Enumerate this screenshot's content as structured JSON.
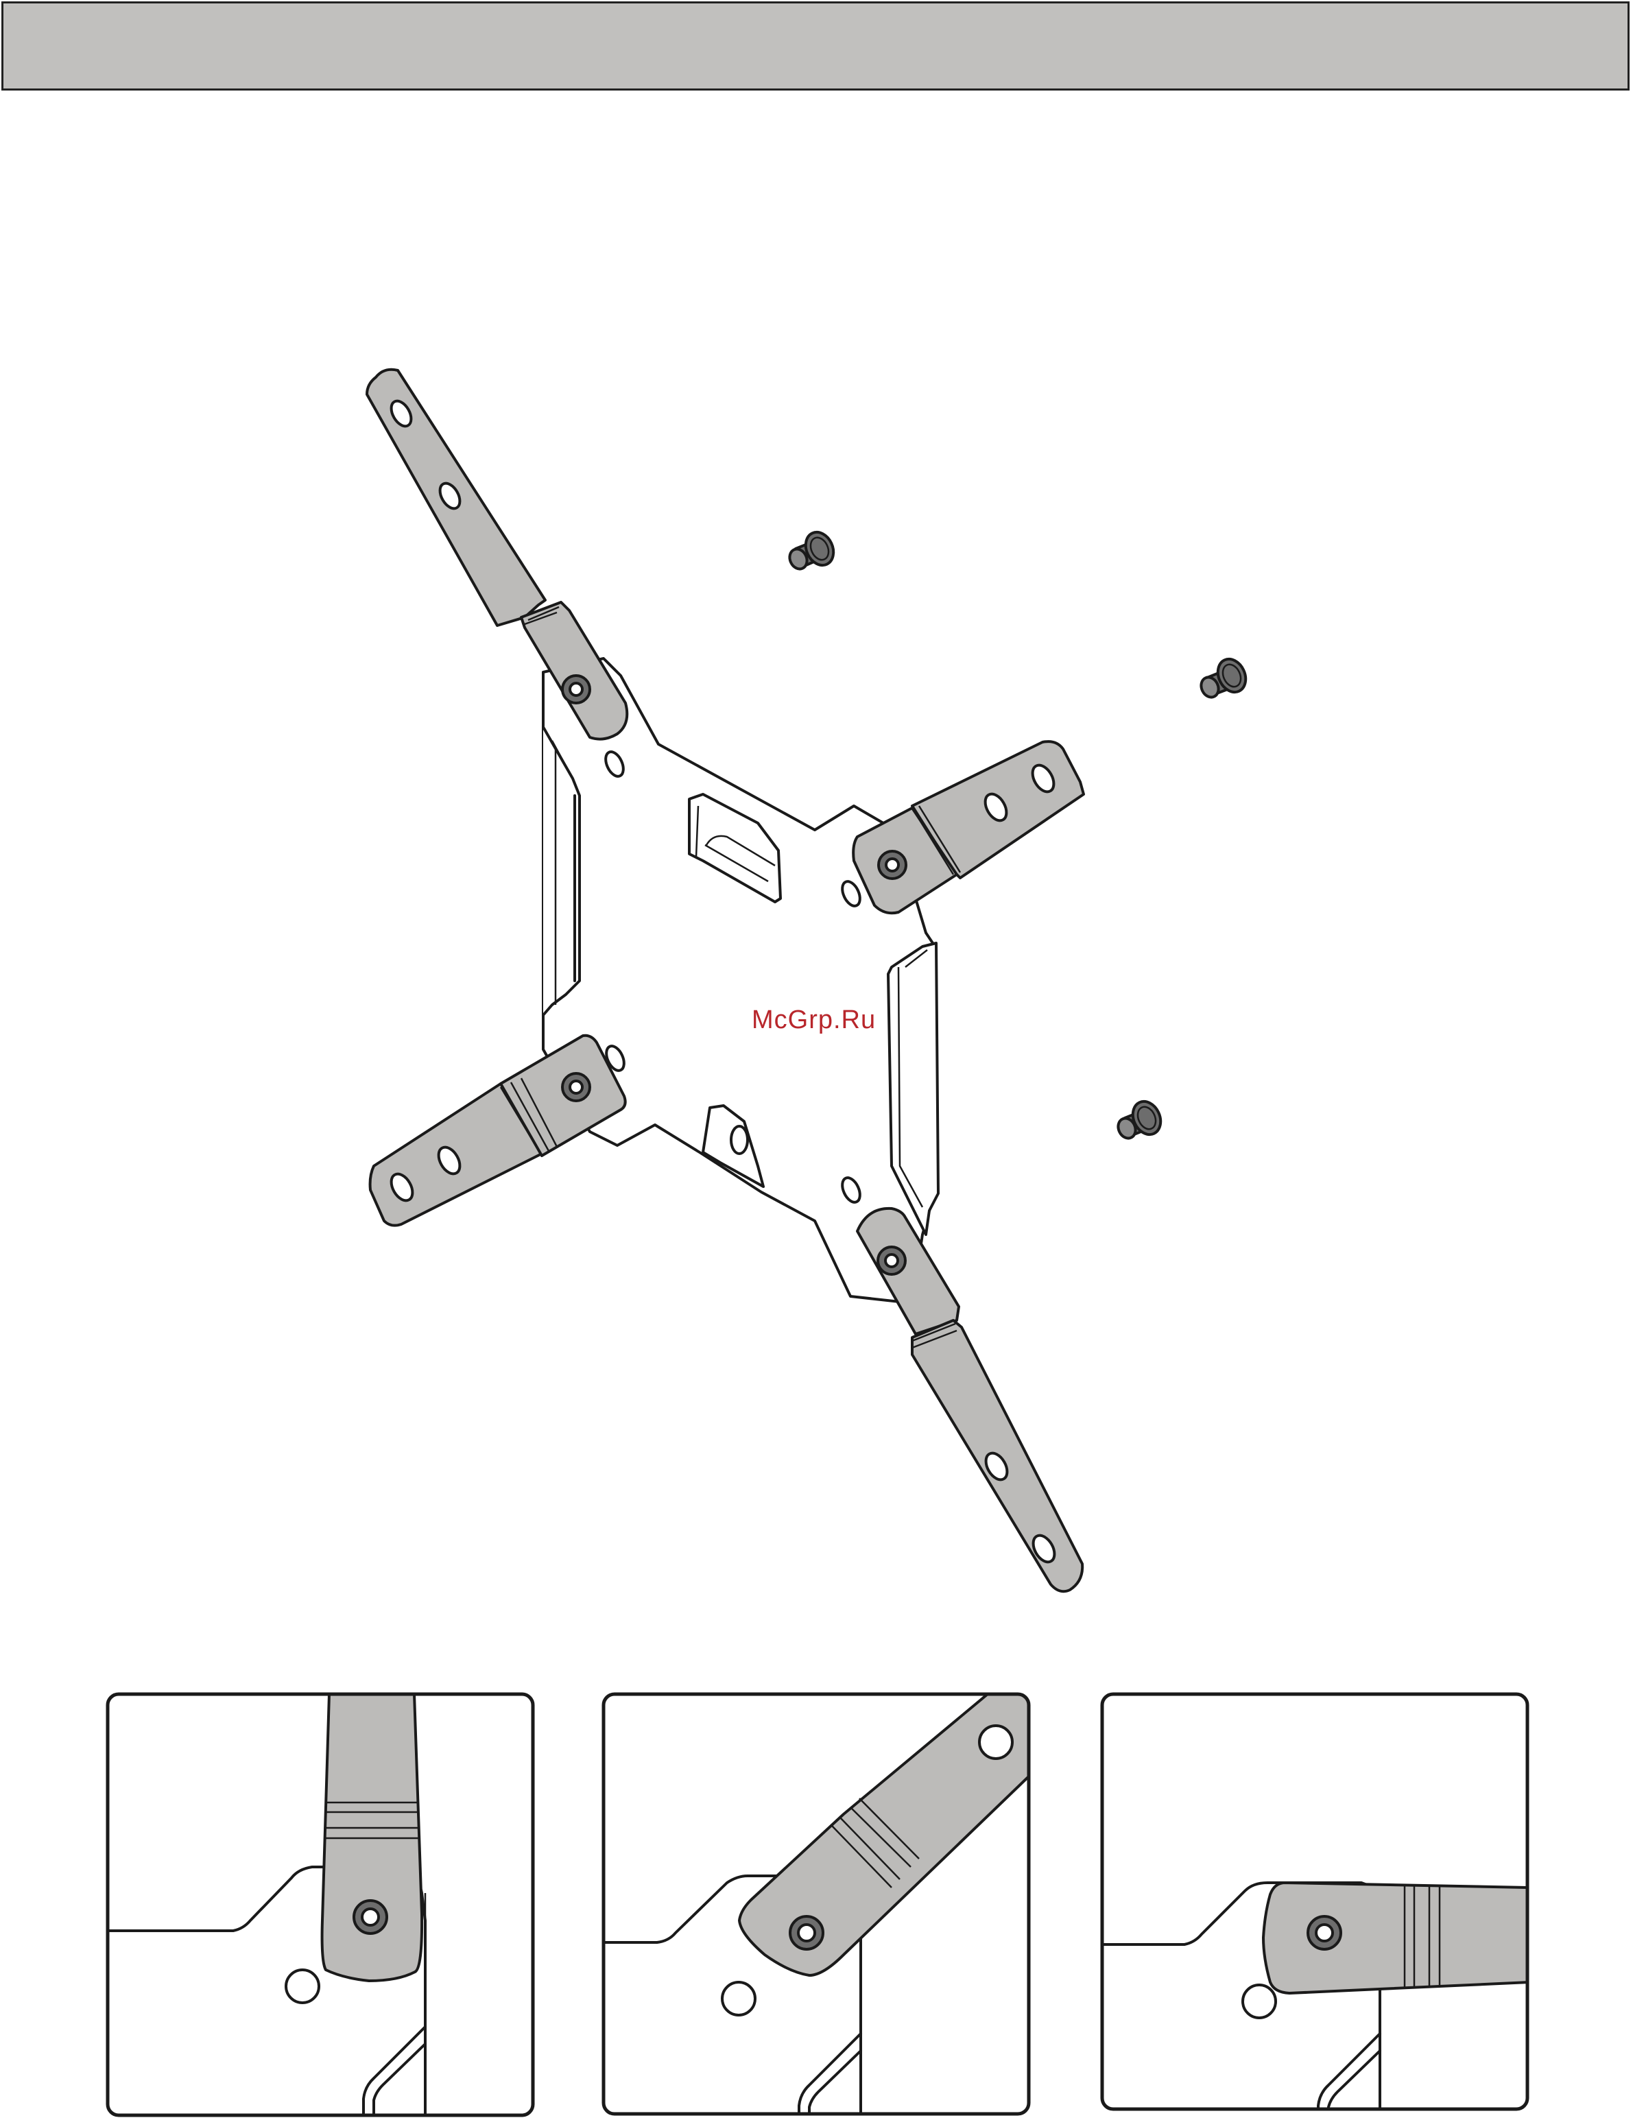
{
  "watermark": {
    "text": "McGrp.Ru",
    "color": "#b8262b"
  },
  "colors": {
    "header_fill": "#c1c0be",
    "bracket_fill": "#bcbbb9",
    "screw_fill": "#6d6d6d",
    "outline": "#1a1a1a",
    "plate_fill": "#ffffff"
  },
  "parts": {
    "mounting_plate": "wall-plate",
    "arms": [
      "arm-top-left",
      "arm-top-right",
      "arm-bottom-left",
      "arm-bottom-right"
    ],
    "screws": [
      "screw-1",
      "screw-2",
      "screw-3"
    ]
  },
  "detail_panels": [
    {
      "id": "detail-vertical-arm"
    },
    {
      "id": "detail-diagonal-arm"
    },
    {
      "id": "detail-horizontal-arm"
    }
  ]
}
